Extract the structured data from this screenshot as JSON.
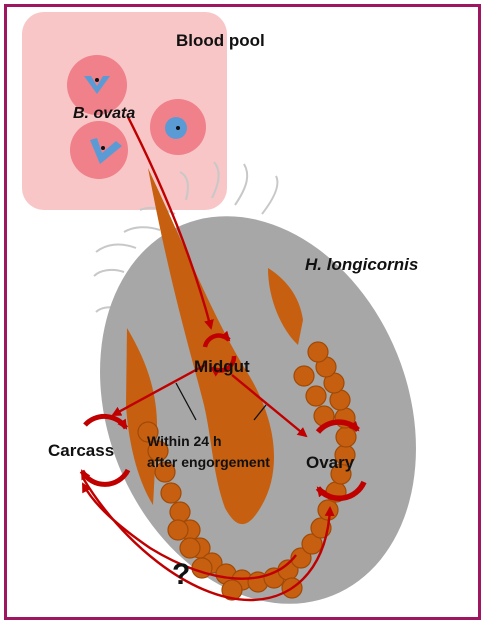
{
  "diagram": {
    "title": "Blood pool",
    "parasite_label": "B. ovata",
    "tick_label": "H. longicornis",
    "midgut_label": "Midgut",
    "carcass_label": "Carcass",
    "ovary_label": "Ovary",
    "timing_line1": "Within 24 h",
    "timing_line2": "after engorgement",
    "question_label": "?"
  },
  "colors": {
    "border": "#a0155f",
    "blood_pool": "#f8c6c6",
    "cell": "#f0808a",
    "parasite": "#5b9bd5",
    "tick_body": "#a7a7a7",
    "organ": "#c65f10",
    "arrow": "#c00000"
  },
  "icons": [
    "parasite-icon",
    "cycle-arrow-icon"
  ]
}
